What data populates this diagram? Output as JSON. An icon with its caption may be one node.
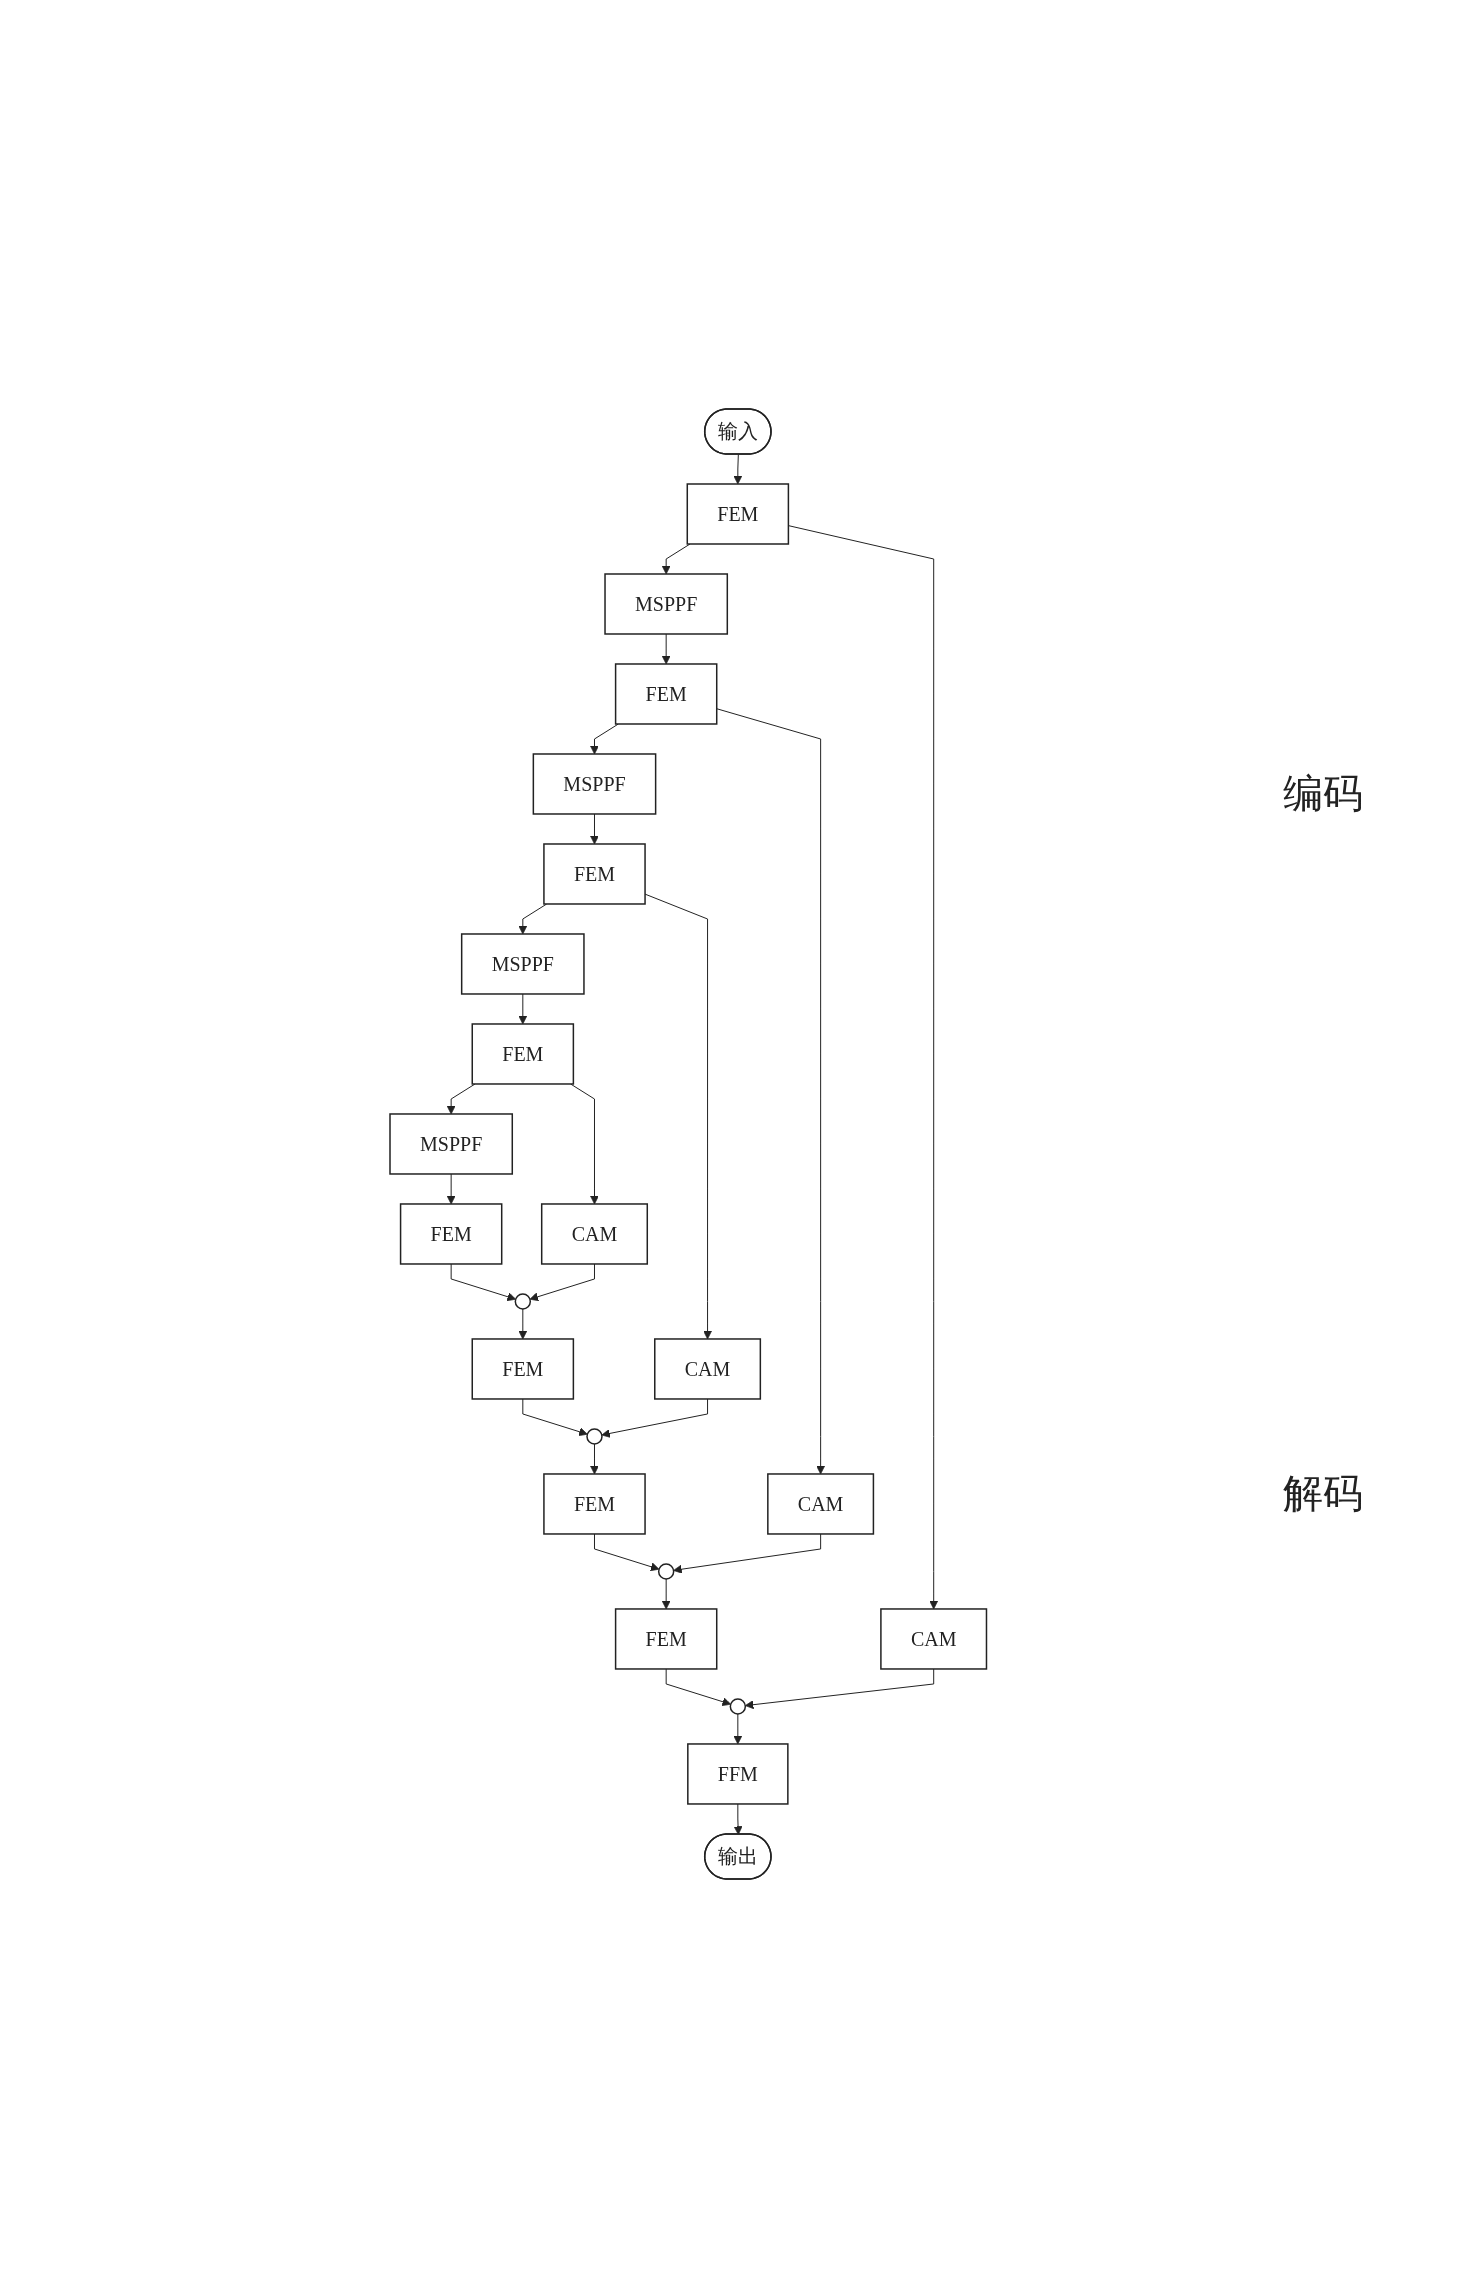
{
  "diagram": {
    "nodes": [
      {
        "text": [
          "输入"
        ]
      },
      {
        "text": [
          "FEM"
        ]
      },
      {
        "text": [
          "CAM"
        ]
      },
      {
        "text": [
          "MSPPF"
        ]
      },
      {
        "text": [
          "FEM"
        ]
      },
      {
        "text": [
          "CAM"
        ]
      },
      {
        "text": [
          "MSPPF"
        ]
      },
      {
        "text": [
          "FEM"
        ]
      },
      {
        "text": [
          "CAM"
        ]
      },
      {
        "text": [
          "MSPPF"
        ]
      },
      {
        "text": [
          "FEM"
        ]
      },
      {
        "text": [
          "CAM"
        ]
      },
      {
        "text": [
          "MSPPF"
        ]
      },
      {
        "text": [
          "FEM"
        ]
      },
      {
        "text": [],
        "shape": "circle"
      },
      {
        "text": [
          "FEM"
        ]
      },
      {
        "text": [],
        "shape": "circle"
      },
      {
        "text": [
          "FEM"
        ]
      },
      {
        "text": [],
        "shape": "circle"
      },
      {
        "text": [
          "FEM"
        ]
      },
      {
        "text": [],
        "shape": "circle"
      },
      {
        "text": [
          "FFM"
        ]
      },
      {
        "text": [
          "输出"
        ]
      }
    ],
    "edges": [
      {
        "from": 0,
        "to": 1,
        "arrow": "to"
      },
      {
        "from": 1,
        "to": 2,
        "arrow": "to"
      },
      {
        "from": 1,
        "to": 3,
        "arrow": "to"
      },
      {
        "from": 3,
        "to": 4,
        "arrow": "to"
      },
      {
        "from": 4,
        "to": 5,
        "arrow": "to"
      },
      {
        "from": 4,
        "to": 6,
        "arrow": "to"
      },
      {
        "from": 6,
        "to": 7,
        "arrow": "to"
      },
      {
        "from": 7,
        "to": 8,
        "arrow": "to"
      },
      {
        "from": 7,
        "to": 9,
        "arrow": "to"
      },
      {
        "from": 9,
        "to": 10,
        "arrow": "to"
      },
      {
        "from": 10,
        "to": 11,
        "arrow": "to"
      },
      {
        "from": 10,
        "to": 12,
        "arrow": "to"
      },
      {
        "from": 12,
        "to": 13,
        "arrow": "to"
      },
      {
        "from": 13,
        "to": 14,
        "arrow": "to"
      },
      {
        "from": 11,
        "to": 14,
        "arrow": "to"
      },
      {
        "from": 14,
        "to": 15,
        "arrow": "to"
      },
      {
        "from": 15,
        "to": 16,
        "arrow": "to"
      },
      {
        "from": 8,
        "to": 16,
        "arrow": "to"
      },
      {
        "from": 16,
        "to": 17,
        "arrow": "to"
      },
      {
        "from": 17,
        "to": 18,
        "arrow": "to"
      },
      {
        "from": 5,
        "to": 18,
        "arrow": "to"
      },
      {
        "from": 18,
        "to": 19,
        "arrow": "to"
      },
      {
        "from": 19,
        "to": 20,
        "arrow": "to"
      },
      {
        "from": 2,
        "to": 20,
        "arrow": "to"
      },
      {
        "from": 20,
        "to": 21,
        "arrow": "to"
      },
      {
        "from": 21,
        "to": 22,
        "arrow": "to"
      }
    ],
    "labels": [
      "编码",
      "解码"
    ]
  }
}
